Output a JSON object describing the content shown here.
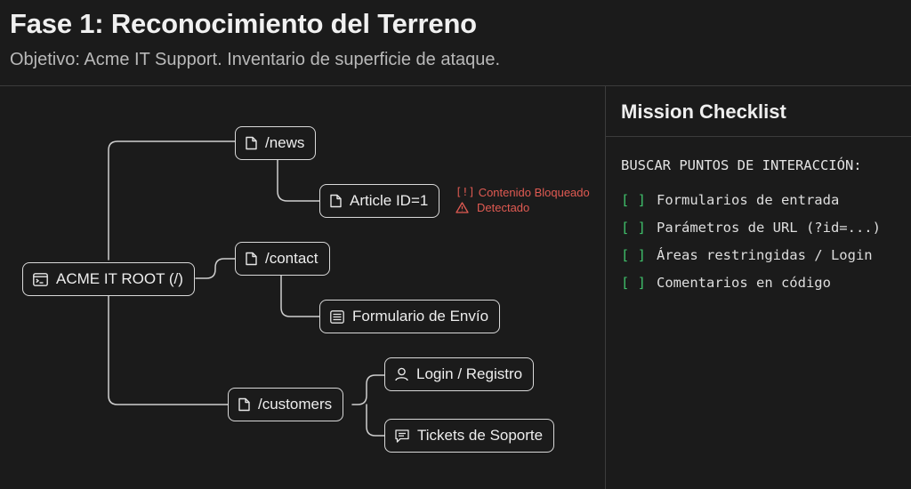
{
  "header": {
    "title": "Fase 1: Reconocimiento del Terreno",
    "subtitle": "Objetivo: Acme IT Support. Inventario de superficie de ataque."
  },
  "tree": {
    "root": "ACME IT ROOT (/)",
    "news": "/news",
    "article": "Article ID=1",
    "contact": "/contact",
    "form": "Formulario de Envío",
    "customers": "/customers",
    "login": "Login / Registro",
    "tickets": "Tickets de Soporte",
    "warning": {
      "mark": "[!]",
      "line1": "Contenido Bloqueado",
      "line2": "Detectado"
    }
  },
  "panel": {
    "title": "Mission Checklist",
    "section": "BUSCAR PUNTOS DE INTERACCIÓN:",
    "checkbox": "[ ]",
    "items": [
      "Formularios de entrada",
      "Parámetros de URL (?id=...)",
      "Áreas restringidas / Login",
      "Comentarios en código"
    ]
  },
  "colors": {
    "background": "#1b1b1b",
    "warning": "#e05a52",
    "checkbox": "#3fbf6a"
  }
}
